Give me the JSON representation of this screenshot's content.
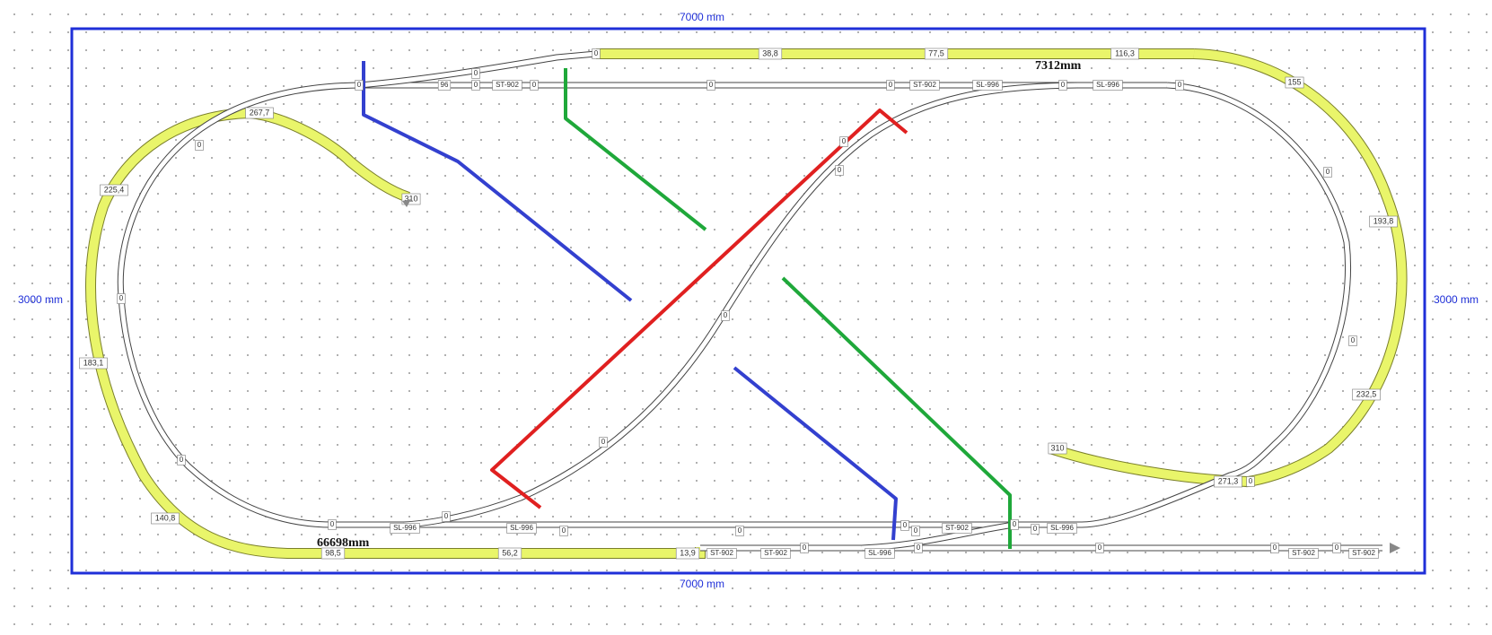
{
  "board": {
    "width_label": "7000 mm",
    "height_label": "3000 mm",
    "border_color": "#1f2fd8"
  },
  "totals": {
    "upper_length": "7312mm",
    "lower_length": "66698mm"
  },
  "colors": {
    "ramp_fill": "#e9f56a",
    "ramp_edge": "#7a7f2a",
    "track_edge": "#444444",
    "blue_line": "#3340cf",
    "green_line": "#1fa83a",
    "red_line": "#e02020"
  },
  "height_markers": [
    "38,8",
    "77,5",
    "116,3",
    "155",
    "193,8",
    "232,5",
    "271,3",
    "310",
    "267,7",
    "225,4",
    "183,1",
    "140,8",
    "98,5",
    "56,2",
    "13,9",
    "310"
  ],
  "zero_markers": [
    "0",
    "0",
    "0",
    "0",
    "0",
    "0",
    "0",
    "0",
    "0",
    "0",
    "0",
    "0",
    "0",
    "0",
    "0",
    "0",
    "0",
    "0",
    "0",
    "0",
    "0",
    "0",
    "0",
    "0",
    "0",
    "0",
    "0",
    "0",
    "0",
    "0",
    "0",
    "0"
  ],
  "track_labels": [
    "ST-902",
    "ST-902",
    "SL-996",
    "SL-996",
    "SL-996",
    "SL-996",
    "ST-902",
    "SL-996",
    "ST-902",
    "ST-902",
    "SL-996",
    "ST-902",
    "ST-902",
    "96"
  ]
}
